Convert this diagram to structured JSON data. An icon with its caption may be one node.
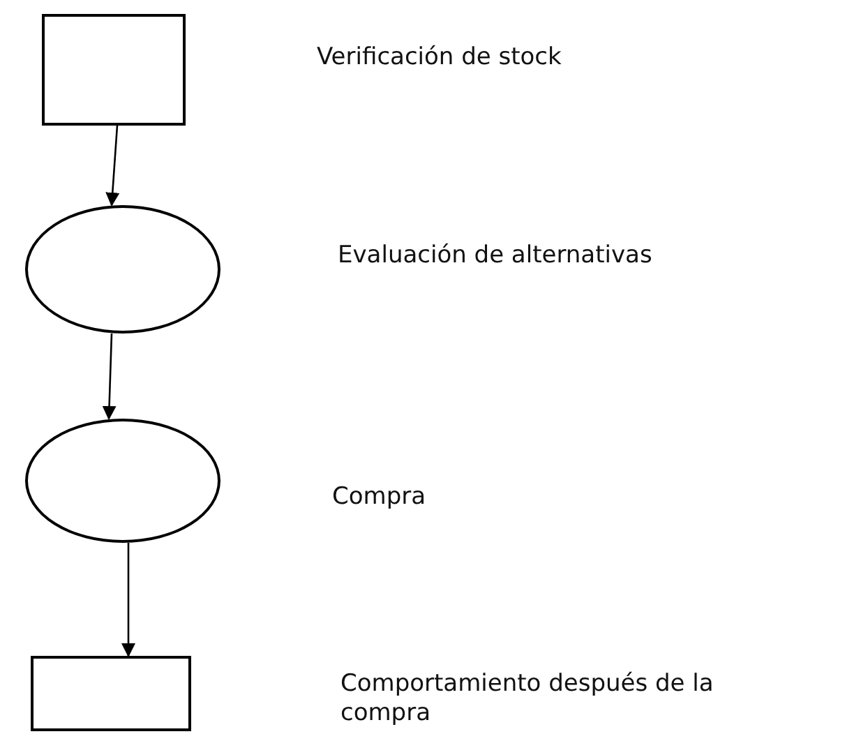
{
  "diagram": {
    "nodes": [
      {
        "text": [],
        "shape": "box"
      },
      {
        "text": [],
        "shape": "circle"
      },
      {
        "text": [],
        "shape": "circle"
      },
      {
        "text": [],
        "shape": "box"
      }
    ],
    "edges": [
      {
        "from": 0,
        "to": 1,
        "arrow": "to"
      },
      {
        "from": 1,
        "to": 2,
        "arrow": "to"
      },
      {
        "from": 2,
        "to": 3,
        "arrow": "to"
      }
    ],
    "labels": [
      "Verificación de stock",
      "Evaluación de alternativas",
      "Compra",
      "Comportamiento después de la compra"
    ]
  }
}
